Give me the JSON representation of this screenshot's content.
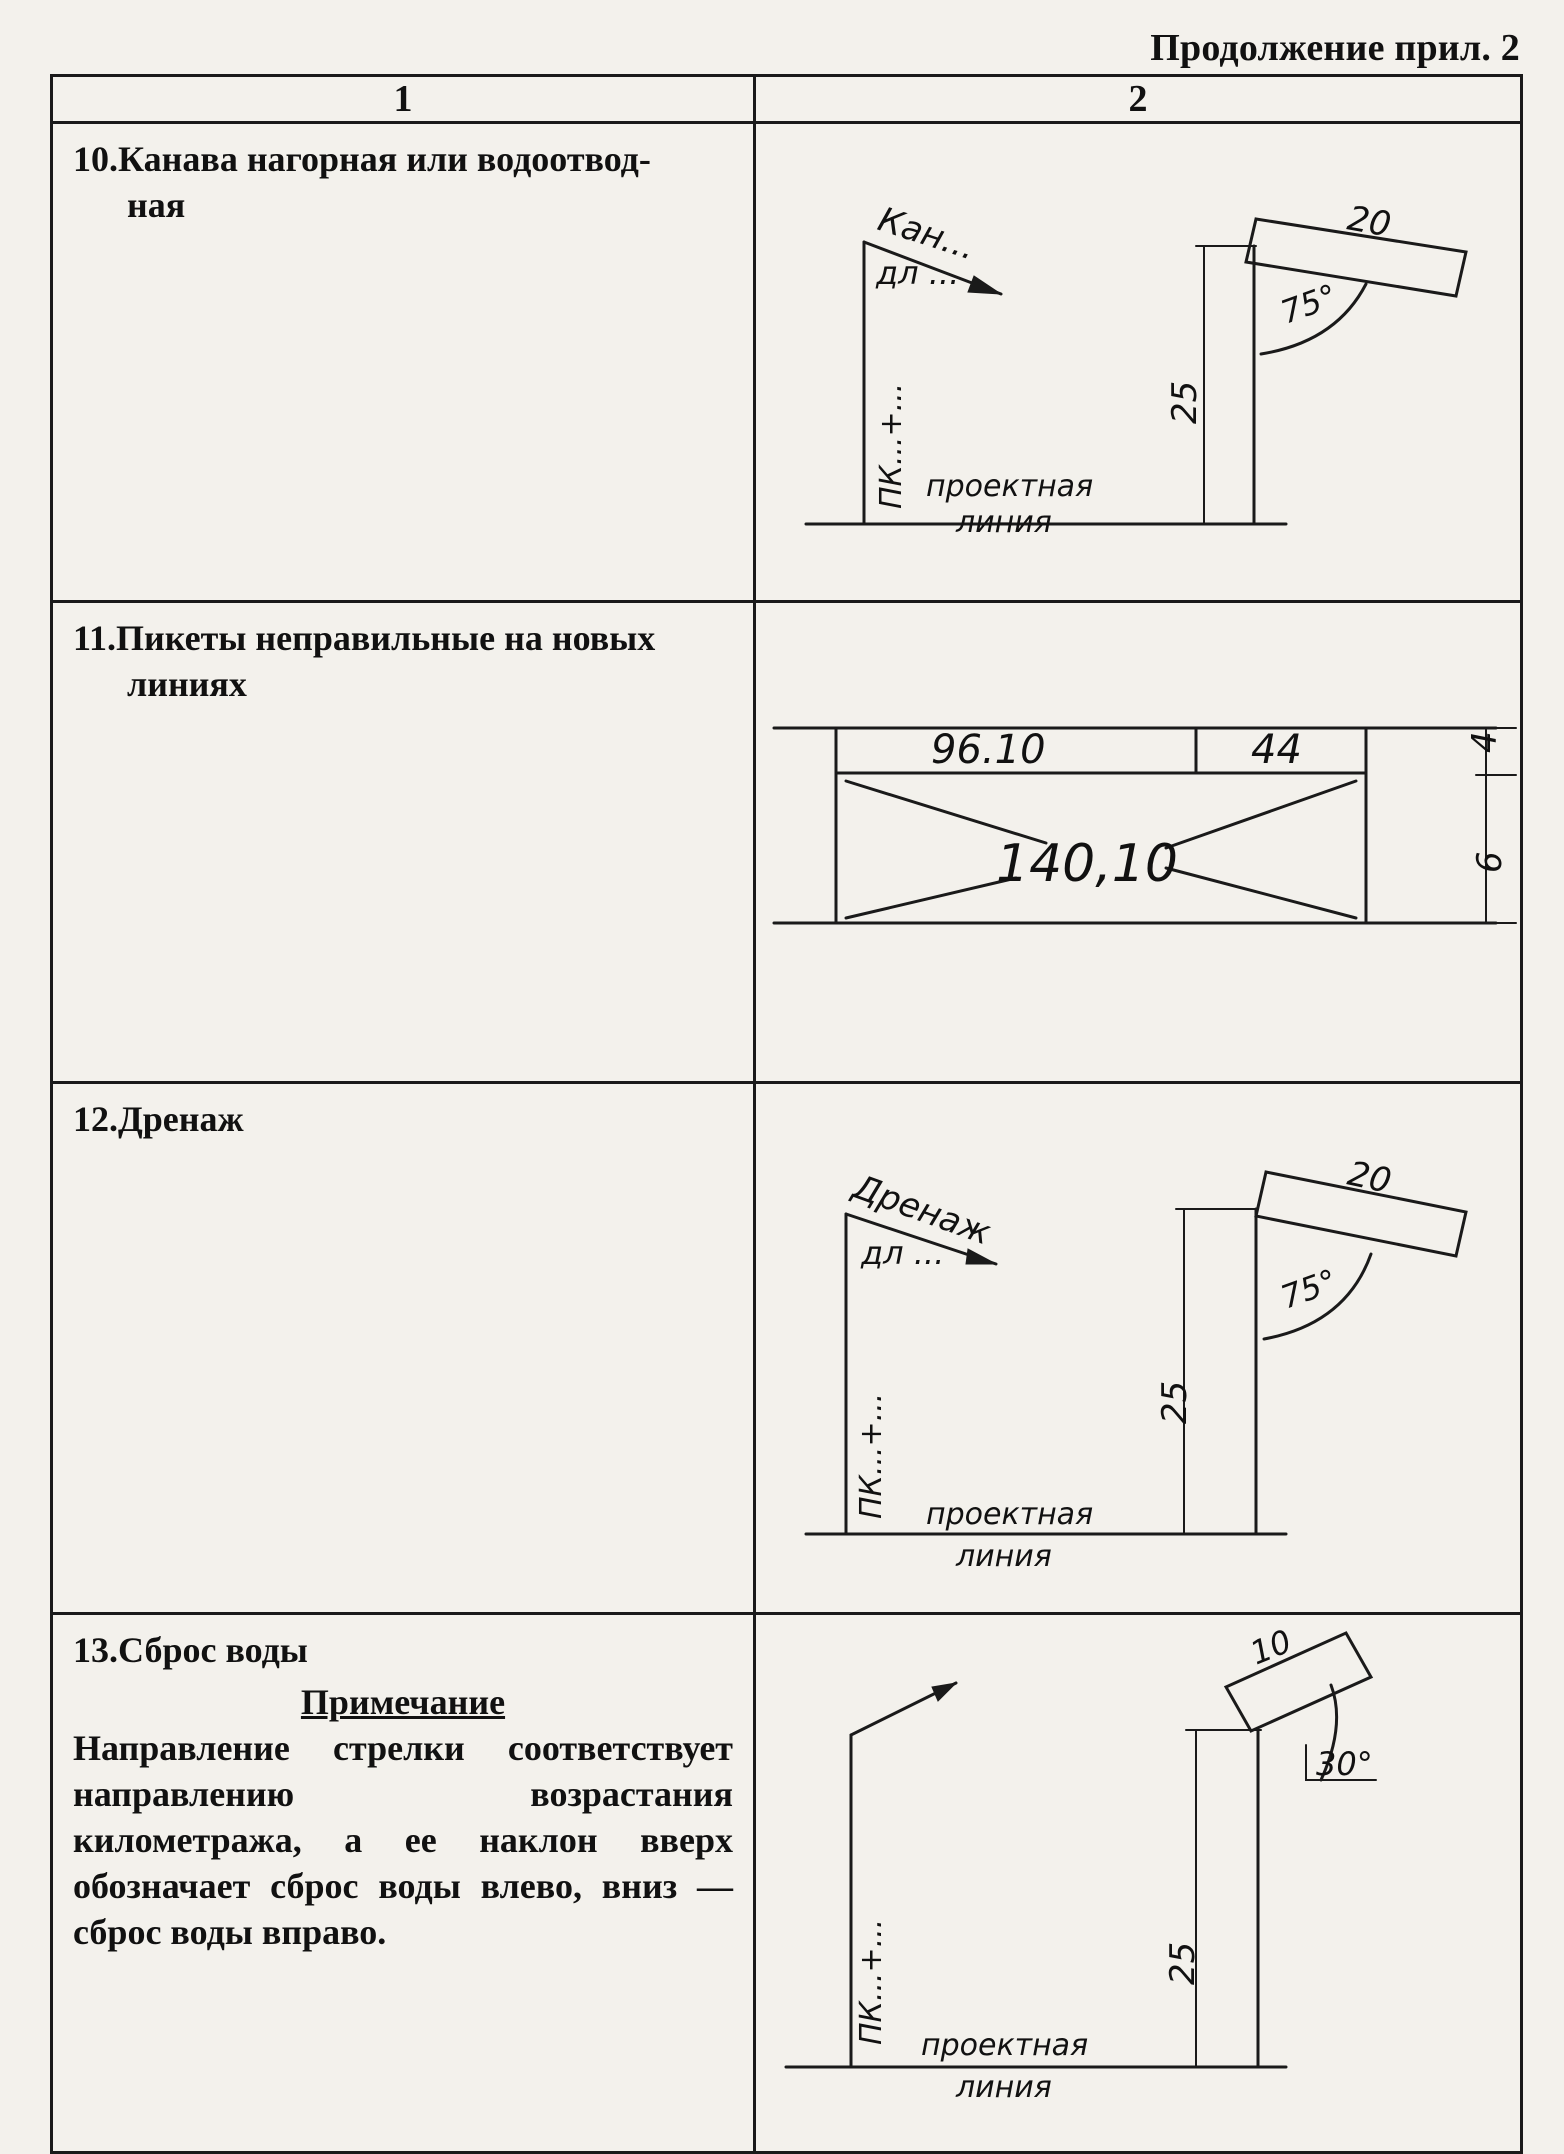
{
  "header": {
    "note": "Продолжение прил. 2"
  },
  "table": {
    "col_headers": [
      "1",
      "2"
    ],
    "rows": [
      {
        "title_line1": "10.Канава нагорная или водоотвод-",
        "title_line2": "ная",
        "drawing": {
          "label_top": "Кан...",
          "label_sub": "дл ...",
          "label_pk": "ПК...+...",
          "project_line_1": "проектная",
          "project_line_2": "линия",
          "dim_width": "20",
          "dim_angle": "75°",
          "dim_height": "25"
        }
      },
      {
        "title_line1": "11.Пикеты неправильные на новых",
        "title_line2": "линиях",
        "drawing": {
          "value_left": "96.10",
          "value_right": "44",
          "value_main": "140,10",
          "dim_top": "4",
          "dim_bottom": "6"
        }
      },
      {
        "title_line1": "12.Дренаж",
        "drawing": {
          "label_top": "Дренаж",
          "label_sub": "дл ...",
          "label_pk": "ПК...+...",
          "project_line_1": "проектная",
          "project_line_2": "линия",
          "dim_width": "20",
          "dim_angle": "75°",
          "dim_height": "25"
        }
      },
      {
        "title_line1": "13.Сброс воды",
        "note_title": "Примечание",
        "note_body": "Направление стрелки соответствует направлению возрастания километража, а ее наклон вверх обозначает сброс воды влево, вниз —сброс воды вправо.",
        "drawing": {
          "label_pk": "ПК...+...",
          "project_line_1": "проектная",
          "project_line_2": "линия",
          "dim_width": "10",
          "dim_angle": "30°",
          "dim_height": "25"
        }
      }
    ]
  }
}
